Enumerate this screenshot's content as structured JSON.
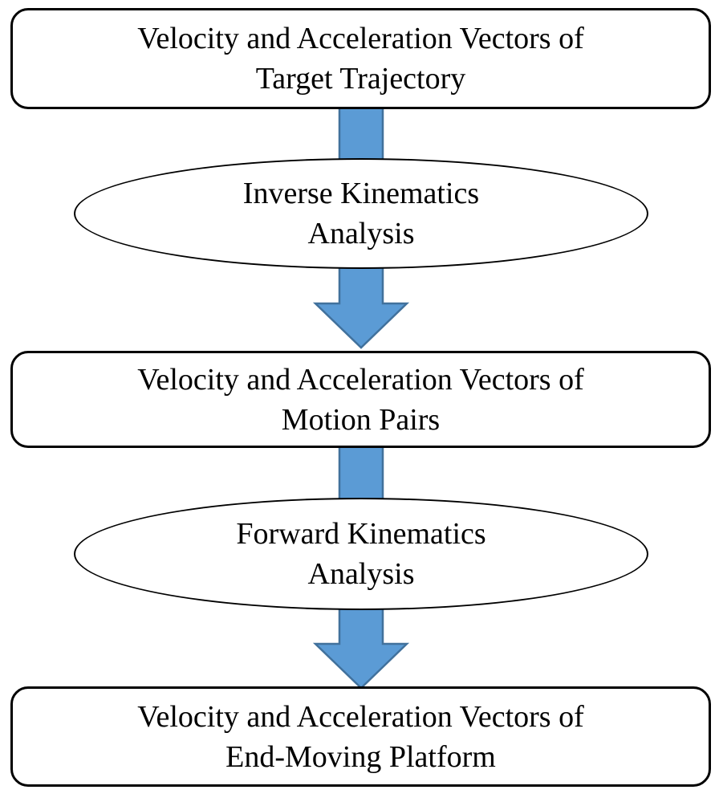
{
  "nodes": [
    {
      "id": "target-trajectory",
      "shape": "rounded-rectangle",
      "line1": "Velocity and Acceleration Vectors of",
      "line2": "Target Trajectory"
    },
    {
      "id": "inverse-kinematics",
      "shape": "ellipse",
      "line1": "Inverse Kinematics",
      "line2": "Analysis"
    },
    {
      "id": "motion-pairs",
      "shape": "rounded-rectangle",
      "line1": "Velocity and Acceleration Vectors of",
      "line2": "Motion Pairs"
    },
    {
      "id": "forward-kinematics",
      "shape": "ellipse",
      "line1": "Forward Kinematics",
      "line2": "Analysis"
    },
    {
      "id": "end-moving-platform",
      "shape": "rounded-rectangle",
      "line1": "Velocity and Acceleration Vectors of",
      "line2": "End-Moving Platform"
    }
  ],
  "arrows": [
    {
      "from": "target-trajectory",
      "to": "motion-pairs",
      "direction": "down",
      "passes_behind": "inverse-kinematics"
    },
    {
      "from": "motion-pairs",
      "to": "end-moving-platform",
      "direction": "down",
      "passes_behind": "forward-kinematics"
    }
  ],
  "colors": {
    "arrow_fill": "#5B9BD5",
    "arrow_stroke": "#41719C",
    "shape_border": "#000000",
    "text": "#000000",
    "background": "#ffffff"
  }
}
